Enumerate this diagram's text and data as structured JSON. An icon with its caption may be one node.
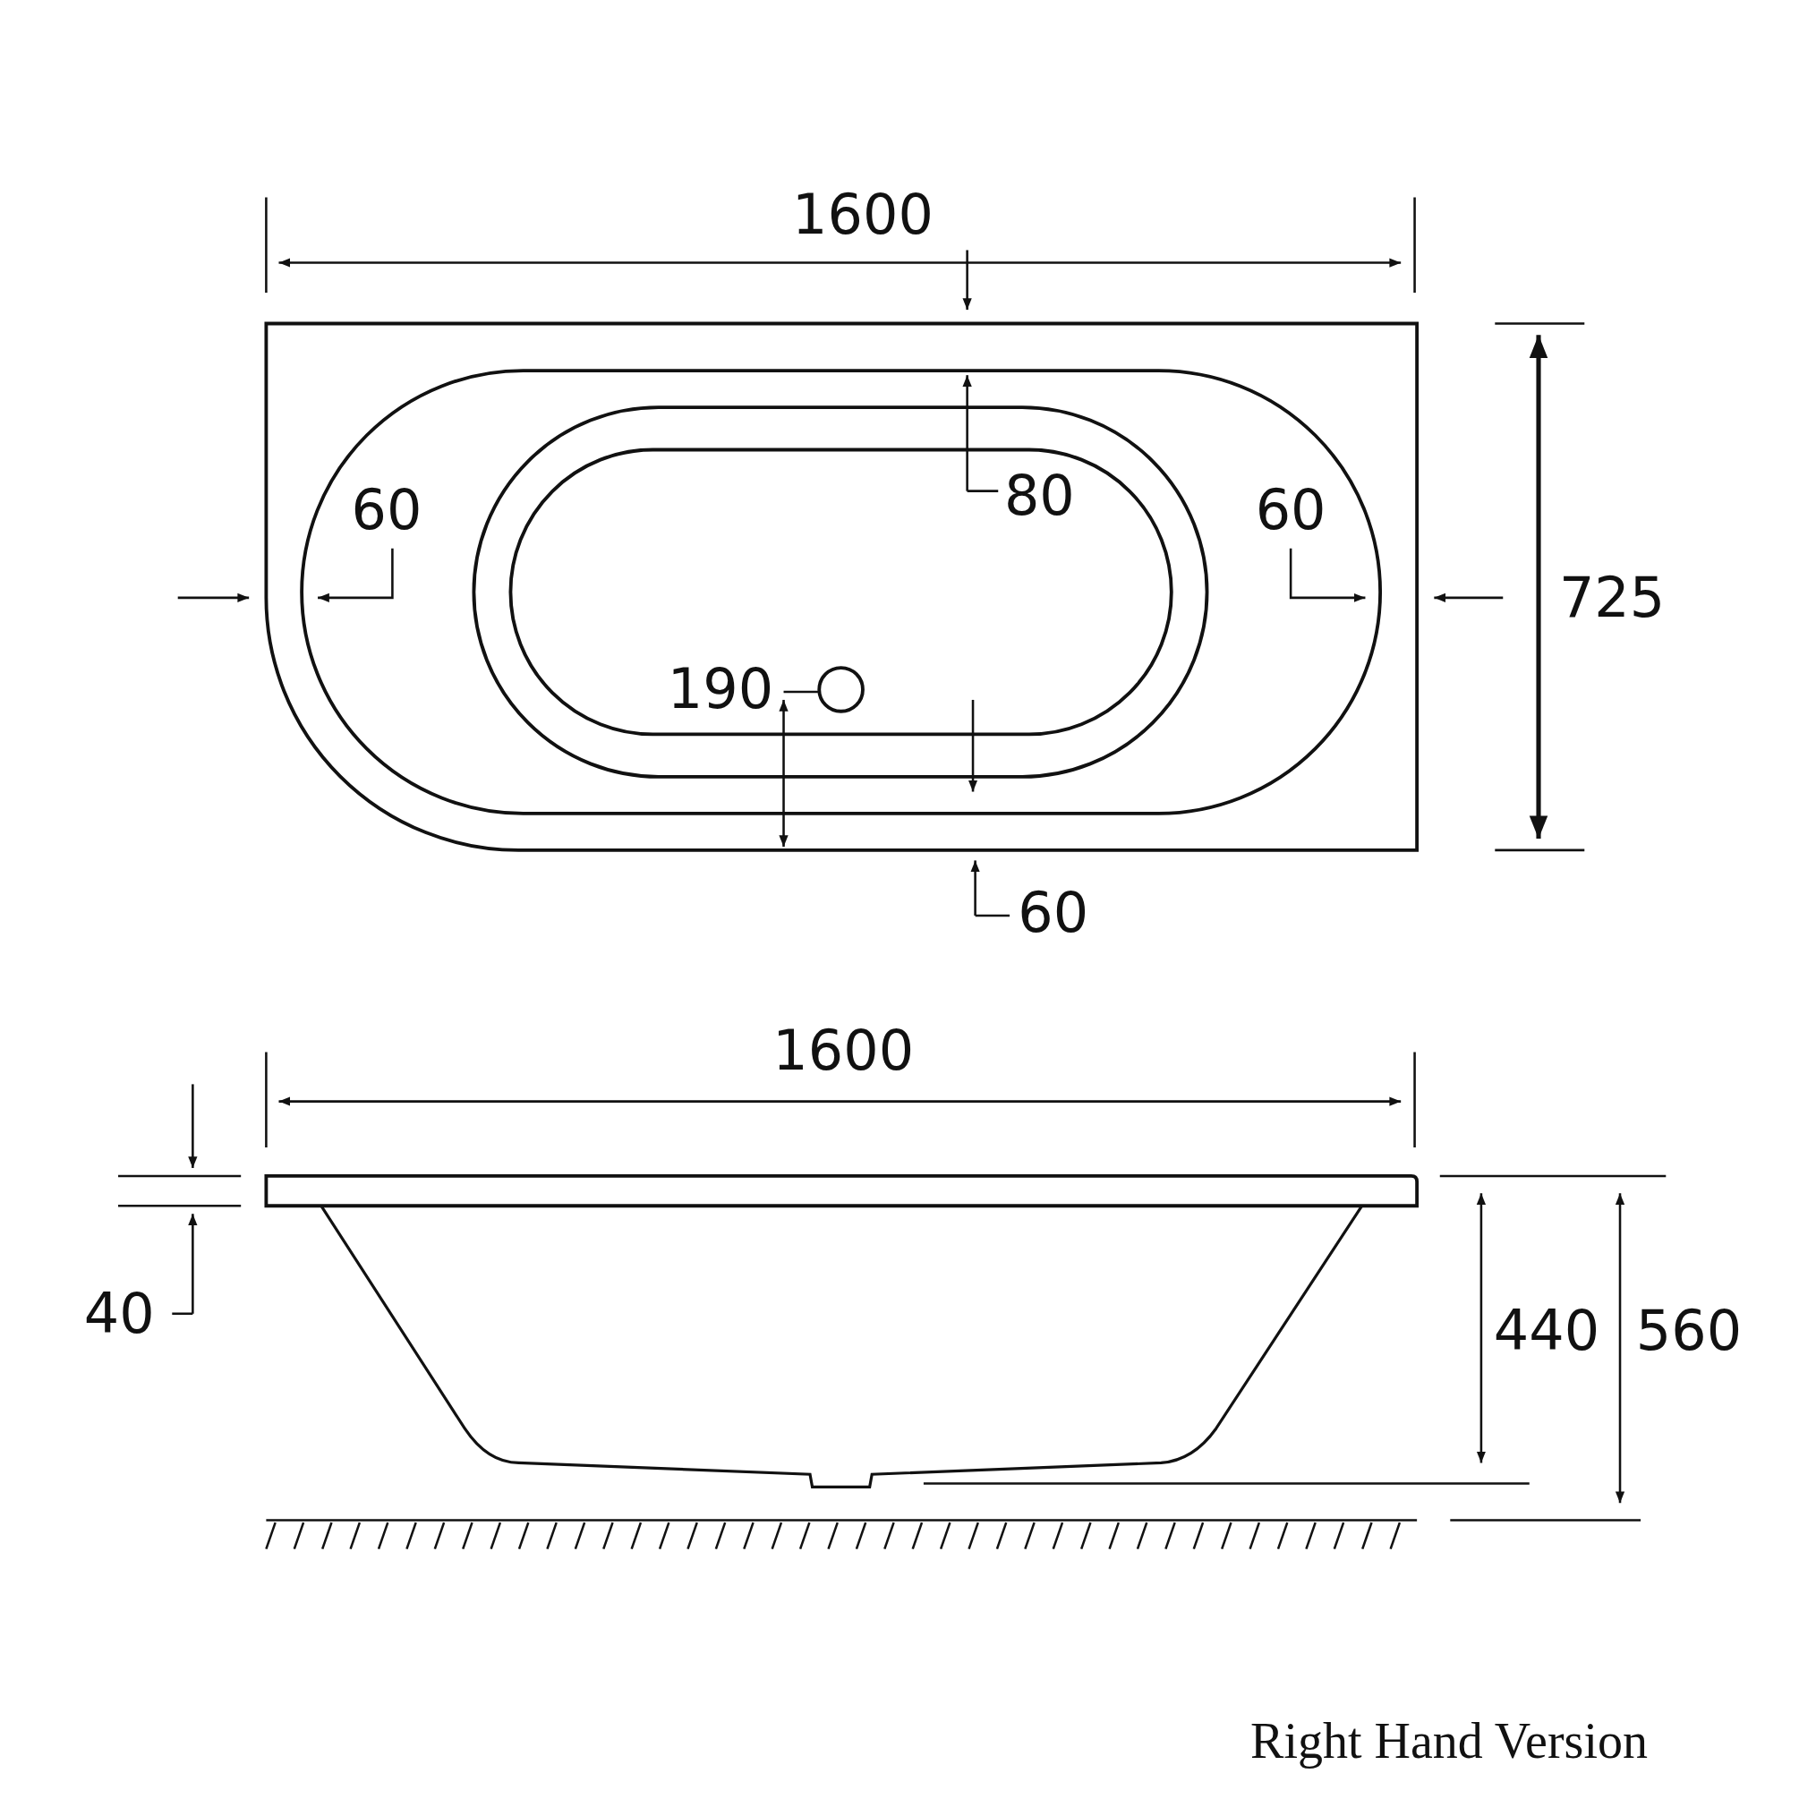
{
  "diagram": {
    "labels": [
      "1600",
      "60",
      "80",
      "60",
      "725",
      "190",
      "60",
      "1600",
      "40",
      "440",
      "560",
      "Right Hand Version"
    ]
  }
}
